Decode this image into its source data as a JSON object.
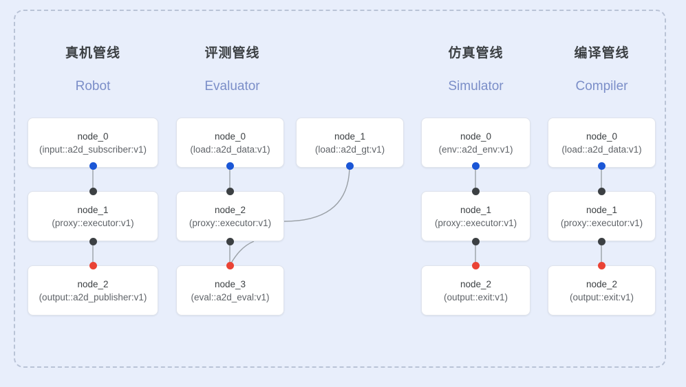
{
  "diagram": {
    "background_color": "#e8eefb",
    "frame_border_color": "#b9c3d6",
    "port_colors": {
      "output": "#1a56d6",
      "input": "#3c4043",
      "terminal": "#ea4335"
    },
    "columns": [
      {
        "id": "robot",
        "title_cn": "真机管线",
        "title_en": "Robot",
        "nodes": [
          {
            "name": "node_0",
            "spec": "(input::a2d_subscriber:v1)"
          },
          {
            "name": "node_1",
            "spec": "(proxy::executor:v1)"
          },
          {
            "name": "node_2",
            "spec": "(output::a2d_publisher:v1)"
          }
        ]
      },
      {
        "id": "evaluator",
        "title_cn": "评测管线",
        "title_en": "Evaluator",
        "nodes": [
          {
            "name": "node_0",
            "spec": "(load::a2d_data:v1)"
          },
          {
            "name": "node_1",
            "spec": "(load::a2d_gt:v1)"
          },
          {
            "name": "node_2",
            "spec": "(proxy::executor:v1)"
          },
          {
            "name": "node_3",
            "spec": "(eval::a2d_eval:v1)"
          }
        ]
      },
      {
        "id": "simulator",
        "title_cn": "仿真管线",
        "title_en": "Simulator",
        "nodes": [
          {
            "name": "node_0",
            "spec": "(env::a2d_env:v1)"
          },
          {
            "name": "node_1",
            "spec": "(proxy::executor:v1)"
          },
          {
            "name": "node_2",
            "spec": "(output::exit:v1)"
          }
        ]
      },
      {
        "id": "compiler",
        "title_cn": "编译管线",
        "title_en": "Compiler",
        "nodes": [
          {
            "name": "node_0",
            "spec": "(load::a2d_data:v1)"
          },
          {
            "name": "node_1",
            "spec": "(proxy::executor:v1)"
          },
          {
            "name": "node_2",
            "spec": "(output::exit:v1)"
          }
        ]
      }
    ]
  }
}
